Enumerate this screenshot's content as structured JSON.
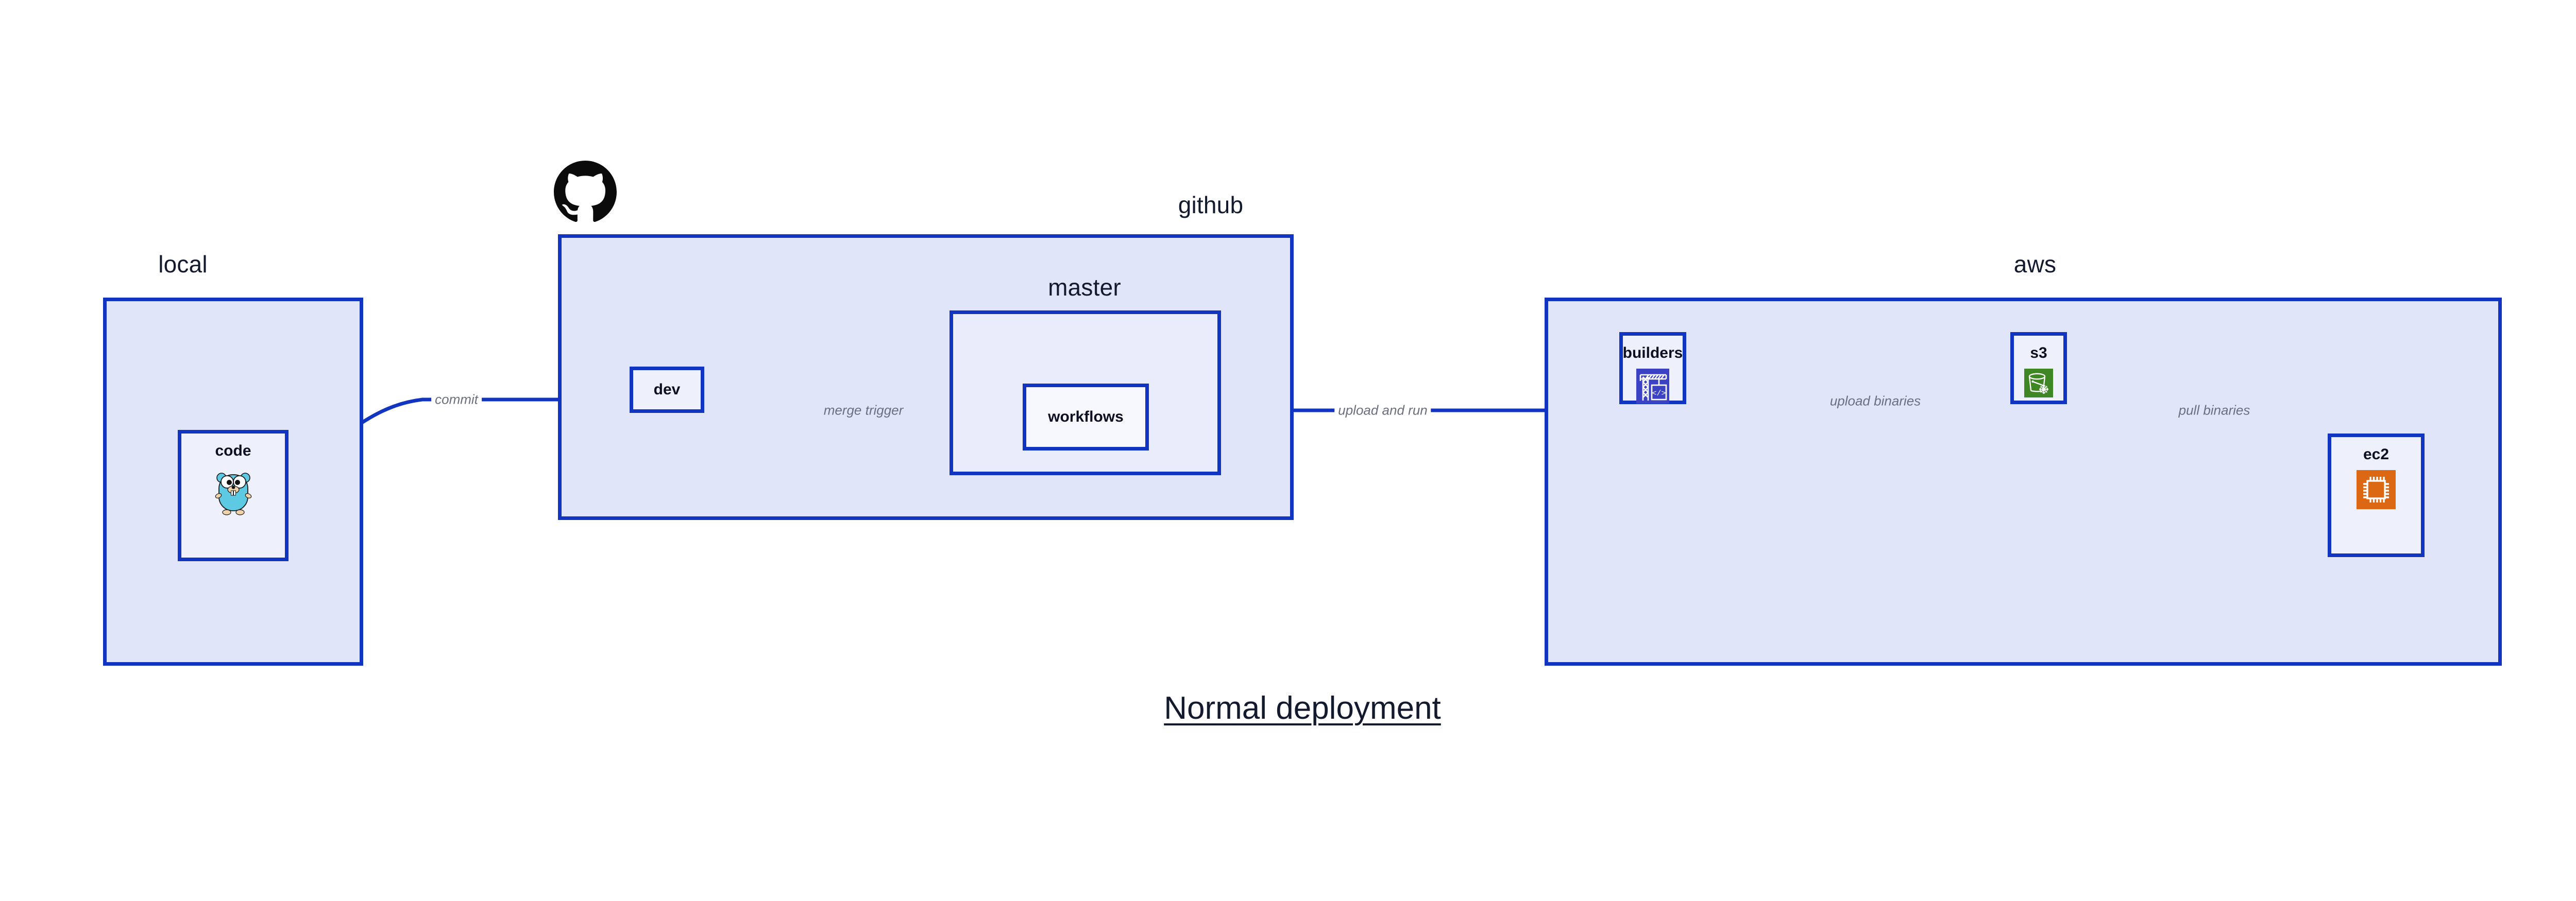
{
  "diagram": {
    "title": "Normal deployment",
    "background_color": "#ffffff",
    "group_fill": "#e0e5f9",
    "group_inner_fill": "#e9edfb",
    "node_fill": "#eef1fc",
    "border_color": "#1135c0",
    "label_color": "#131a2e",
    "edge_label_color": "#6b6f7f"
  },
  "groups": {
    "local": {
      "label": "local"
    },
    "github": {
      "label": "github"
    },
    "master": {
      "label": "master"
    },
    "aws": {
      "label": "aws"
    }
  },
  "nodes": {
    "code": {
      "label": "code",
      "icon": "go-gopher-icon"
    },
    "dev": {
      "label": "dev",
      "icon": "none"
    },
    "workflows": {
      "label": "workflows",
      "icon": "none"
    },
    "builders": {
      "label": "builders",
      "icon": "aws-codebuild-crane-icon",
      "icon_color": "#3b43c4"
    },
    "s3": {
      "label": "s3",
      "icon": "aws-s3-bucket-icon",
      "icon_color": "#3f8624"
    },
    "ec2": {
      "label": "ec2",
      "icon": "aws-ec2-chip-icon",
      "icon_color": "#dc6813"
    }
  },
  "edges": [
    {
      "id": "commit",
      "label": "commit",
      "from": "code",
      "to": "dev"
    },
    {
      "id": "merge-trigger",
      "label": "merge trigger",
      "from": "dev",
      "to": "workflows"
    },
    {
      "id": "upload-and-run",
      "label": "upload and run",
      "from": "workflows",
      "to": "builders"
    },
    {
      "id": "upload-binaries",
      "label": "upload binaries",
      "from": "builders",
      "to": "s3"
    },
    {
      "id": "pull-binaries",
      "label": "pull binaries",
      "from": "s3",
      "to": "ec2"
    }
  ],
  "logos": {
    "github": {
      "name": "github-octocat-logo",
      "color": "#000000"
    }
  }
}
